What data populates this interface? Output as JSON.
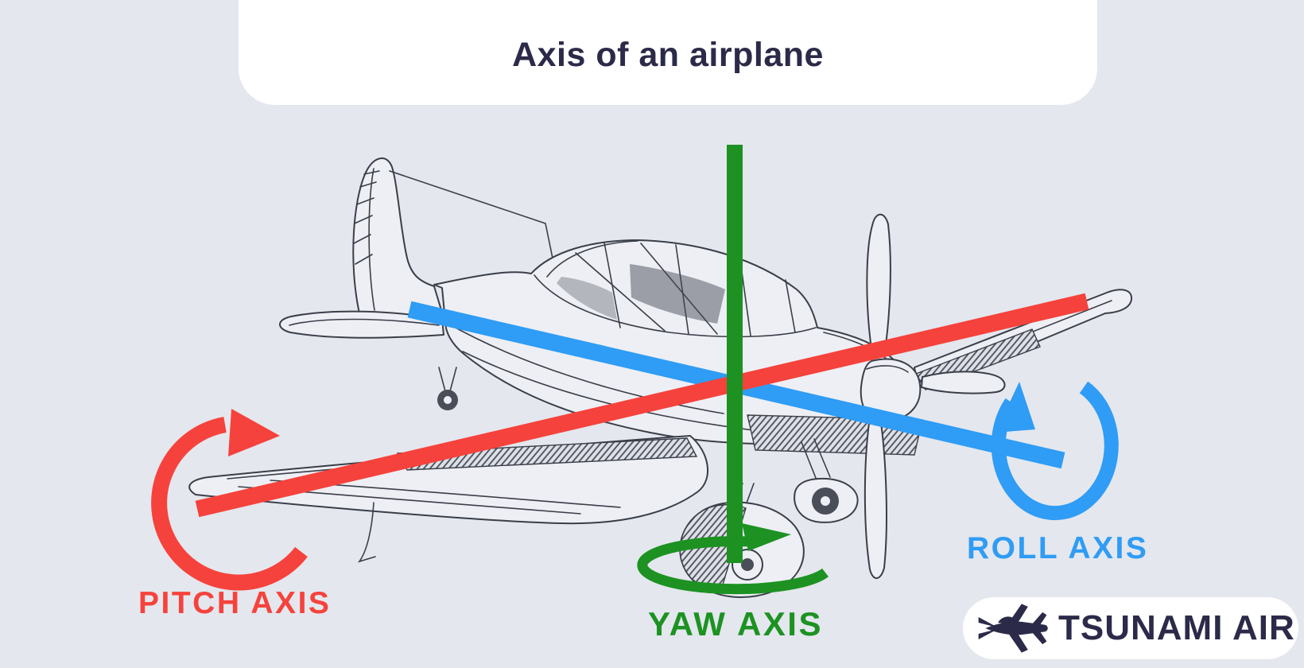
{
  "title": {
    "text": "Axis of an airplane"
  },
  "axes": {
    "pitch": {
      "label": "PITCH AXIS",
      "color": "#f6423c",
      "direction": "diagonal lower-left to upper-right through wings",
      "arrow": "red circular rotation arrow at left wingtip"
    },
    "yaw": {
      "label": "YAW AXIS",
      "color": "#1d9222",
      "direction": "vertical through center of fuselage",
      "arrow": "green elliptical rotation arrow at bottom of vertical axis"
    },
    "roll": {
      "label": "ROLL AXIS",
      "color": "#2f9cf5",
      "direction": "diagonal upper-left (tail) to lower-right (nose) through fuselage",
      "arrow": "blue circular rotation arrow at right near nose"
    }
  },
  "diagram": {
    "subject": "line-art sketch of single-propeller airplane",
    "icon": "airplane-sketch"
  },
  "logo": {
    "brand": "TSUNAMI AIR",
    "icon": "fighter-jet-icon"
  },
  "colors": {
    "background": "#e4e7ee",
    "panel": "#ffffff",
    "title_text": "#2b2a49",
    "sketch_ink": "#3a3e48",
    "pitch_red": "#f6423c",
    "yaw_green": "#1d9222",
    "roll_blue": "#2f9cf5"
  }
}
